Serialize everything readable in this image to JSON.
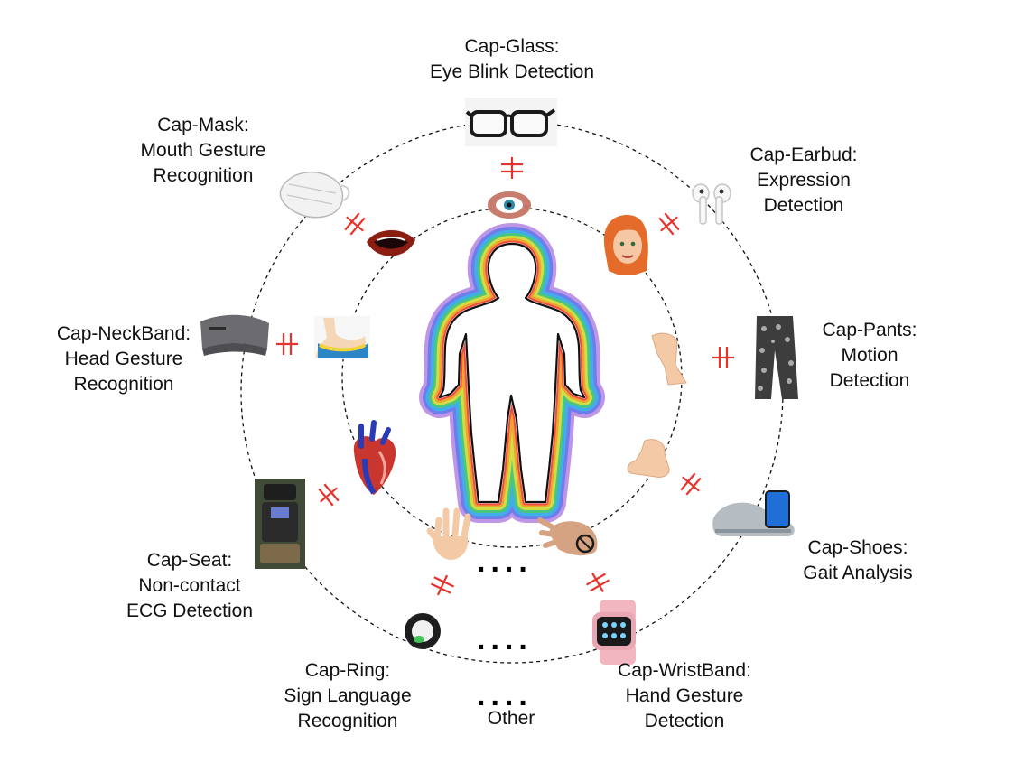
{
  "items": {
    "glass": {
      "name": "Cap-Glass:",
      "lines": [
        "Eye Blink Detection"
      ]
    },
    "mask": {
      "name": "Cap-Mask:",
      "lines": [
        "Mouth Gesture",
        "Recognition"
      ]
    },
    "earbud": {
      "name": "Cap-Earbud:",
      "lines": [
        "Expression",
        "Detection"
      ]
    },
    "neckband": {
      "name": "Cap-NeckBand:",
      "lines": [
        "Head Gesture",
        "Recognition"
      ]
    },
    "pants": {
      "name": "Cap-Pants:",
      "lines": [
        "Motion",
        "Detection"
      ]
    },
    "shoes": {
      "name": "Cap-Shoes:",
      "lines": [
        "Gait Analysis"
      ]
    },
    "seat": {
      "name": "Cap-Seat:",
      "lines": [
        "Non-contact",
        "ECG Detection"
      ]
    },
    "ring": {
      "name": "Cap-Ring:",
      "lines": [
        "Sign Language",
        "Recognition"
      ]
    },
    "wrist": {
      "name": "Cap-WristBand:",
      "lines": [
        "Hand Gesture",
        "Detection"
      ]
    }
  },
  "other_label": "Other",
  "ellipsis": "....",
  "icons": [
    "glasses-icon",
    "eye-icon",
    "face-mask-icon",
    "mouth-icon",
    "earbuds-icon",
    "female-face-icon",
    "headband-icon",
    "neck-icon",
    "leggings-icon",
    "leg-icon",
    "shoe-icon",
    "foot-icon",
    "car-seat-icon",
    "heart-icon",
    "smart-ring-icon",
    "hand-icon",
    "smartwatch-icon",
    "wrist-hand-icon",
    "human-body-icon"
  ],
  "colors": {
    "coupling": "#e8322b",
    "aura": [
      "#8b3fd0",
      "#3a6cf0",
      "#28c8e8",
      "#4ed04e",
      "#f2e23a",
      "#f39a2c",
      "#ef4444"
    ]
  }
}
